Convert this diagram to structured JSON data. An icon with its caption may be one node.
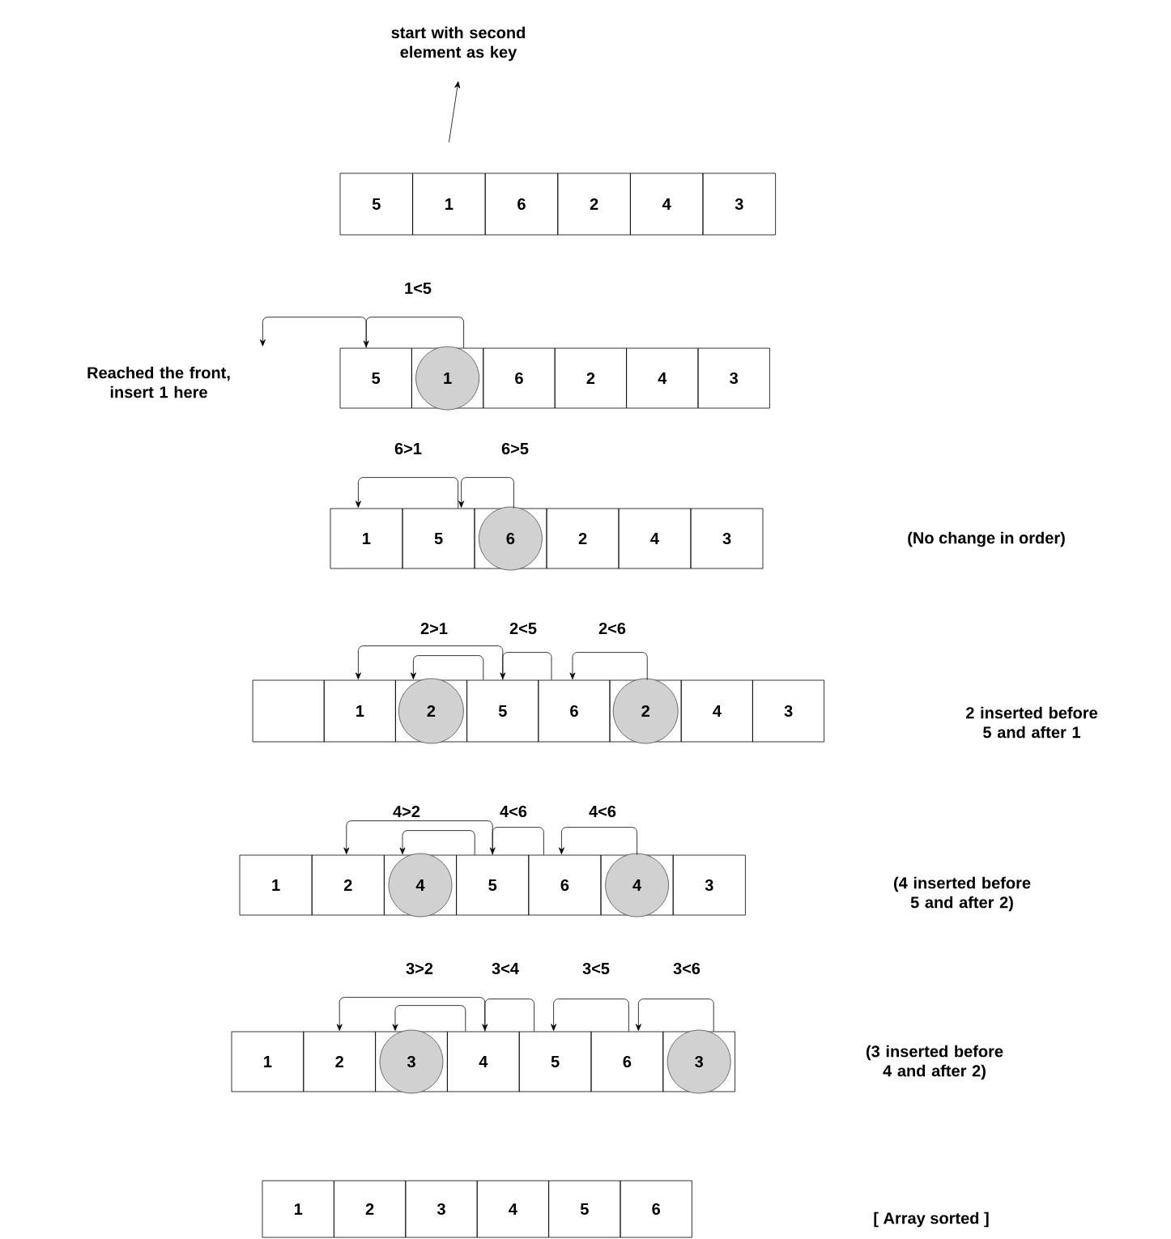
{
  "diagram": {
    "nodes": [
      {
        "text": [
          "start with second element as key"
        ]
      },
      {
        "text": [
          "5"
        ]
      },
      {
        "text": [
          "1"
        ]
      },
      {
        "text": [
          "6"
        ]
      },
      {
        "text": [
          "2"
        ]
      },
      {
        "text": [
          "4"
        ]
      },
      {
        "text": [
          "3"
        ]
      },
      {
        "text": [
          "Reached the front, insert 1 here"
        ]
      },
      {
        "text": [
          "5"
        ]
      },
      {
        "text": [
          "1"
        ]
      },
      {
        "text": [
          "6"
        ]
      },
      {
        "text": [
          "2"
        ]
      },
      {
        "text": [
          "4"
        ]
      },
      {
        "text": [
          "3"
        ]
      },
      {
        "text": [
          "1"
        ]
      },
      {
        "text": [
          "5"
        ]
      },
      {
        "text": [
          "6"
        ]
      },
      {
        "text": [
          "2"
        ]
      },
      {
        "text": [
          "4"
        ]
      },
      {
        "text": [
          "3"
        ]
      },
      {
        "text": [],
        "shape": "box"
      },
      {
        "text": [
          "1"
        ]
      },
      {
        "text": [
          "2"
        ]
      },
      {
        "text": [
          "5"
        ]
      },
      {
        "text": [
          "6"
        ]
      },
      {
        "text": [
          "2"
        ]
      },
      {
        "text": [
          "4"
        ]
      },
      {
        "text": [
          "3"
        ]
      },
      {
        "text": [
          "1"
        ]
      },
      {
        "text": [
          "2"
        ]
      },
      {
        "text": [
          "4"
        ]
      },
      {
        "text": [
          "5"
        ]
      },
      {
        "text": [
          "6"
        ]
      },
      {
        "text": [
          "4"
        ]
      },
      {
        "text": [
          "3"
        ]
      },
      {
        "text": [
          "1"
        ]
      },
      {
        "text": [
          "2"
        ]
      },
      {
        "text": [
          "3"
        ]
      },
      {
        "text": [
          "4"
        ]
      },
      {
        "text": [
          "5"
        ]
      },
      {
        "text": [
          "6"
        ]
      },
      {
        "text": [
          "3"
        ]
      },
      {
        "text": [
          "1"
        ]
      },
      {
        "text": [
          "2"
        ]
      },
      {
        "text": [
          "3"
        ]
      },
      {
        "text": [
          "4"
        ]
      },
      {
        "text": [
          "5"
        ]
      },
      {
        "text": [
          "6"
        ]
      }
    ],
    "edges": [
      {
        "from": 2,
        "to": 0,
        "arrow": "to"
      },
      {
        "from": 9,
        "to": 8,
        "arrow": "to",
        "label": "1<5"
      },
      {
        "from": 8,
        "to": 7,
        "arrow": "to"
      },
      {
        "from": 16,
        "to": 15,
        "arrow": "to",
        "label": "6>5"
      },
      {
        "from": 15,
        "to": 14,
        "arrow": "to",
        "label": "6>1"
      },
      {
        "from": 25,
        "to": 24,
        "arrow": "to",
        "label": "2<6"
      },
      {
        "from": 24,
        "to": 23,
        "arrow": "to",
        "label": "2<5"
      },
      {
        "from": 23,
        "to": 22,
        "arrow": "to"
      },
      {
        "from": 23,
        "to": 21,
        "arrow": "to",
        "label": "2>1"
      },
      {
        "from": 33,
        "to": 32,
        "arrow": "to",
        "label": "4<6"
      },
      {
        "from": 32,
        "to": 31,
        "arrow": "to",
        "label": "4<6"
      },
      {
        "from": 31,
        "to": 30,
        "arrow": "to"
      },
      {
        "from": 31,
        "to": 29,
        "arrow": "to",
        "label": "4>2"
      },
      {
        "from": 41,
        "to": 40,
        "arrow": "to",
        "label": "3<6"
      },
      {
        "from": 40,
        "to": 39,
        "arrow": "to",
        "label": "3<5"
      },
      {
        "from": 39,
        "to": 38,
        "arrow": "to",
        "label": "3<4"
      },
      {
        "from": 38,
        "to": 37,
        "arrow": "to"
      },
      {
        "from": 38,
        "to": 36,
        "arrow": "to",
        "label": "3>2"
      }
    ],
    "labels": [
      "(No change in order)",
      "2 inserted before 5 and after 1",
      "(4 inserted before 5 and after 2)",
      "(3 inserted before 4 and after 2)",
      "[ Array sorted ]"
    ]
  }
}
